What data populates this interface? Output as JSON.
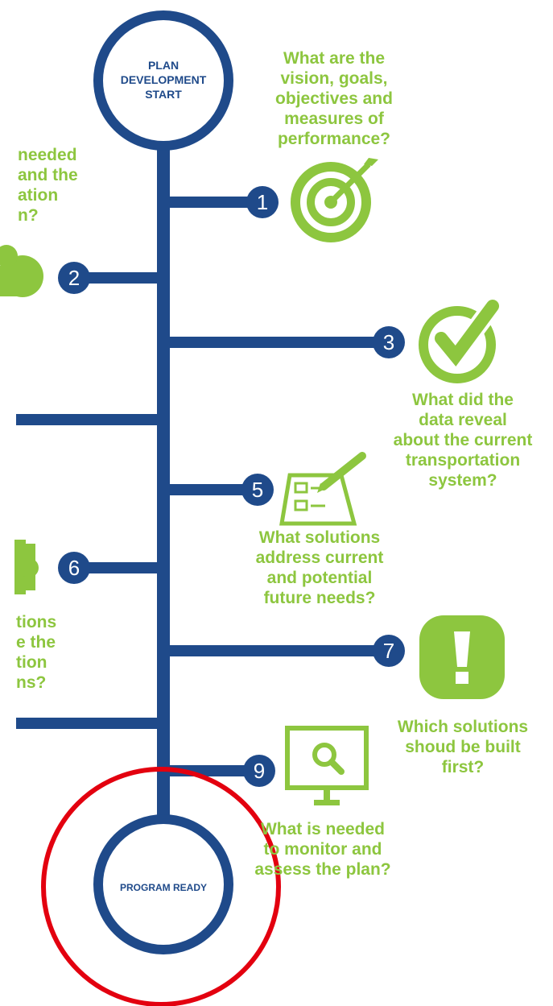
{
  "start_label": "PLAN\nDEVELOPMENT\nSTART",
  "end_label": "PROGRAM READY",
  "steps": [
    {
      "num": "1",
      "question": "What are the\nvision, goals,\nobjectives and\nmeasures of\nperformance?",
      "icon": "target-icon"
    },
    {
      "num": "2",
      "question": "",
      "icon": "cloud-icon"
    },
    {
      "num": "3",
      "question": "What did the\ndata reveal\nabout the current\ntransportation\nsystem?",
      "icon": "checkmark-icon"
    },
    {
      "num": "5",
      "question": "What solutions\naddress current\nand potential\nfuture needs?",
      "icon": "checklist-pencil-icon"
    },
    {
      "num": "6",
      "question": "",
      "icon": "puzzle-icon"
    },
    {
      "num": "7",
      "question": "Which solutions\nshoud be built\nfirst?",
      "icon": "exclamation-icon"
    },
    {
      "num": "9",
      "question": "What is needed\nto monitor and\nassess the plan?",
      "icon": "monitor-search-icon"
    }
  ],
  "left_partial_a": "needed\nand the\nation\nn?",
  "left_partial_b": "tions\ne the\ntion\nns?",
  "colors": {
    "navy": "#1f4a8a",
    "green": "#8dc63f",
    "annotation": "#e3000f"
  }
}
